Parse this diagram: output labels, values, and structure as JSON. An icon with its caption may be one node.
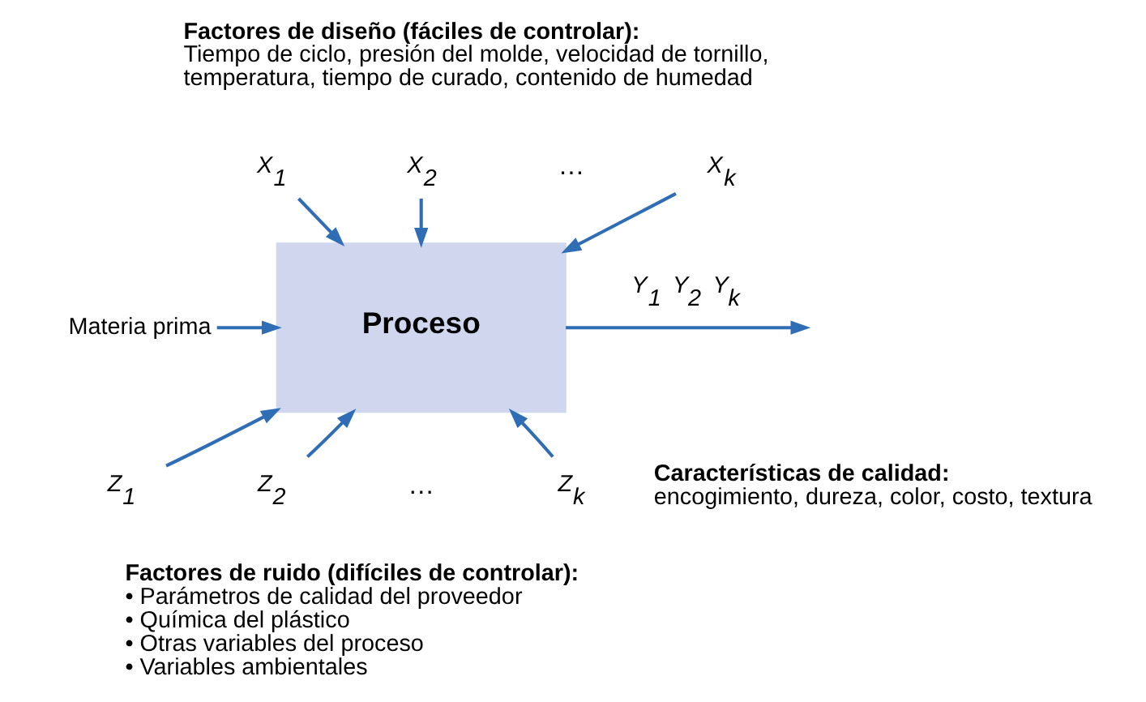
{
  "diagram": {
    "nodes": [
      {
        "text": [
          "X$_{1}$"
        ]
      },
      {
        "text": [
          "X$_{2}$"
        ]
      },
      {
        "text": [
          "X$_{k}$"
        ]
      },
      {
        "text": [
          "Materia prima"
        ]
      },
      {
        "text": [
          "Proceso"
        ]
      },
      {
        "text": [
          "Z$_{1}$"
        ]
      },
      {
        "text": [
          "Z$_{2}$"
        ]
      },
      {
        "text": [
          "Z$_{k}$"
        ]
      }
    ],
    "edges": [
      {
        "from": 0,
        "to": 4,
        "arrow": "to"
      },
      {
        "from": 1,
        "to": 4,
        "arrow": "to"
      },
      {
        "from": 2,
        "to": 4,
        "arrow": "to"
      },
      {
        "from": 3,
        "to": 4,
        "arrow": "to"
      },
      {
        "from": 4,
        "to": null,
        "arrow": "to",
        "label": "Y$_{1}$ Y$_{2}$ Y$_{k}$"
      },
      {
        "from": 5,
        "to": 4,
        "arrow": "to"
      },
      {
        "from": 6,
        "to": 4,
        "arrow": "to"
      },
      {
        "from": 7,
        "to": 4,
        "arrow": "to"
      }
    ],
    "labels": [
      "Factores de diseño (fáciles de controlar):",
      "Tiempo de ciclo, presión del molde, velocidad de tornillo, temperatura, tiempo de curado, contenido de humedad",
      "…",
      "…",
      "Características de calidad:",
      "encogimiento, dureza, color, costo, textura",
      "Factores de ruido (difíciles de controlar):",
      "• Parámetros de calidad del proveedor",
      "• Química del plástico",
      "• Otras variables del proceso",
      "• Variables ambientales"
    ]
  }
}
